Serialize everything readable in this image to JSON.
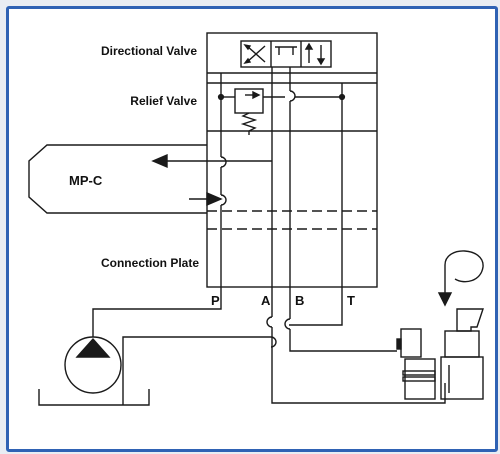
{
  "labels": {
    "directional_valve": "Directional Valve",
    "relief_valve": "Relief Valve",
    "mp_c": "MP-C",
    "connection_plate": "Connection Plate",
    "port_p": "P",
    "port_a": "A",
    "port_b": "B",
    "port_t": "T"
  },
  "colors": {
    "frame_border": "#2f62b4",
    "line": "#1a1a1a"
  }
}
